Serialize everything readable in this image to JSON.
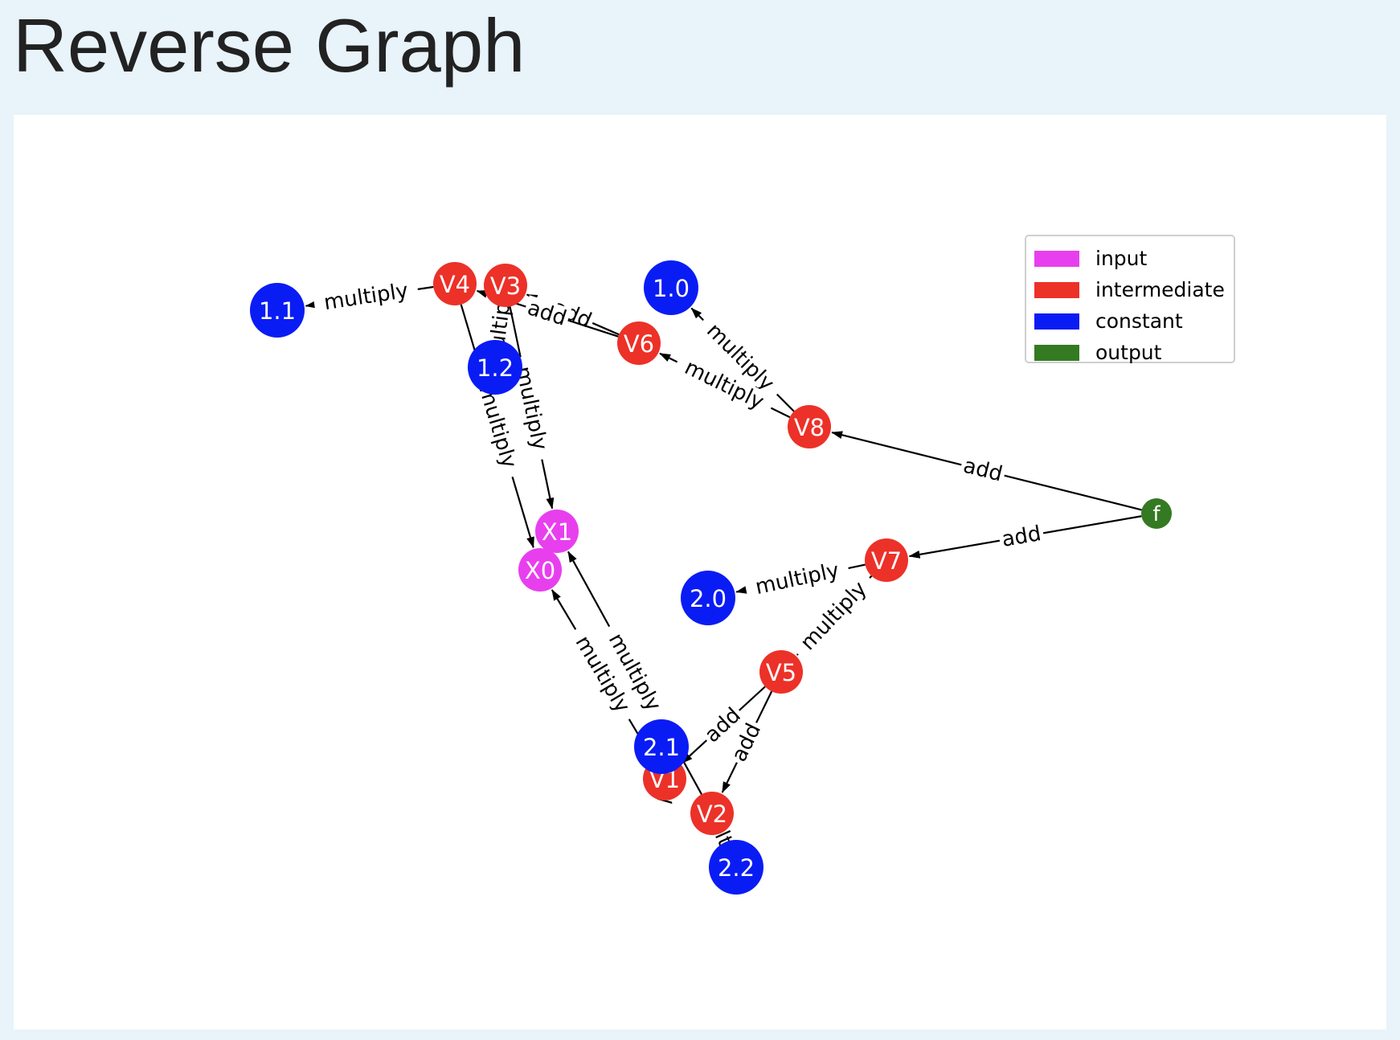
{
  "page": {
    "title": "Reverse Graph"
  },
  "legend": [
    {
      "label": "input",
      "color": "#e83fee"
    },
    {
      "label": "intermediate",
      "color": "#ec3128"
    },
    {
      "label": "constant",
      "color": "#0a1cf4"
    },
    {
      "label": "output",
      "color": "#347a22"
    }
  ],
  "graph": {
    "node_colors": {
      "input": "#e83fee",
      "intermediate": "#ec3128",
      "constant": "#0a1cf4",
      "output": "#347a22"
    },
    "nodes": [
      {
        "id": "f",
        "label": "f",
        "kind": "output"
      },
      {
        "id": "V8",
        "label": "V8",
        "kind": "intermediate"
      },
      {
        "id": "V7",
        "label": "V7",
        "kind": "intermediate"
      },
      {
        "id": "V6",
        "label": "V6",
        "kind": "intermediate"
      },
      {
        "id": "V5",
        "label": "V5",
        "kind": "intermediate"
      },
      {
        "id": "V4",
        "label": "V4",
        "kind": "intermediate"
      },
      {
        "id": "V3",
        "label": "V3",
        "kind": "intermediate"
      },
      {
        "id": "V2",
        "label": "V2",
        "kind": "intermediate"
      },
      {
        "id": "V1",
        "label": "V1",
        "kind": "intermediate"
      },
      {
        "id": "X0",
        "label": "X0",
        "kind": "input"
      },
      {
        "id": "X1",
        "label": "X1",
        "kind": "input"
      },
      {
        "id": "c1_0",
        "label": "1.0",
        "kind": "constant"
      },
      {
        "id": "c1_1",
        "label": "1.1",
        "kind": "constant"
      },
      {
        "id": "c1_2",
        "label": "1.2",
        "kind": "constant"
      },
      {
        "id": "c2_0",
        "label": "2.0",
        "kind": "constant"
      },
      {
        "id": "c2_1",
        "label": "2.1",
        "kind": "constant"
      },
      {
        "id": "c2_2",
        "label": "2.2",
        "kind": "constant"
      }
    ],
    "edges": [
      {
        "from": "f",
        "to": "V8",
        "label": "add"
      },
      {
        "from": "f",
        "to": "V7",
        "label": "add"
      },
      {
        "from": "V8",
        "to": "c1_0",
        "label": "multiply"
      },
      {
        "from": "V8",
        "to": "V6",
        "label": "multiply"
      },
      {
        "from": "V7",
        "to": "c2_0",
        "label": "multiply"
      },
      {
        "from": "V7",
        "to": "V5",
        "label": "multiply"
      },
      {
        "from": "V6",
        "to": "V3",
        "label": "add"
      },
      {
        "from": "V6",
        "to": "V4",
        "label": "add"
      },
      {
        "from": "V5",
        "to": "V1",
        "label": "add"
      },
      {
        "from": "V5",
        "to": "V2",
        "label": "add"
      },
      {
        "from": "V4",
        "to": "c1_1",
        "label": "multiply"
      },
      {
        "from": "V4",
        "to": "X0",
        "label": "multiply"
      },
      {
        "from": "V3",
        "to": "c1_2",
        "label": "multiply"
      },
      {
        "from": "V3",
        "to": "X1",
        "label": "multiply"
      },
      {
        "from": "V2",
        "to": "c2_2",
        "label": "multiply"
      },
      {
        "from": "V2",
        "to": "X1",
        "label": "multiply"
      },
      {
        "from": "V1",
        "to": "c2_1",
        "label": "multiply"
      },
      {
        "from": "V1",
        "to": "X0",
        "label": "multiply"
      }
    ]
  }
}
